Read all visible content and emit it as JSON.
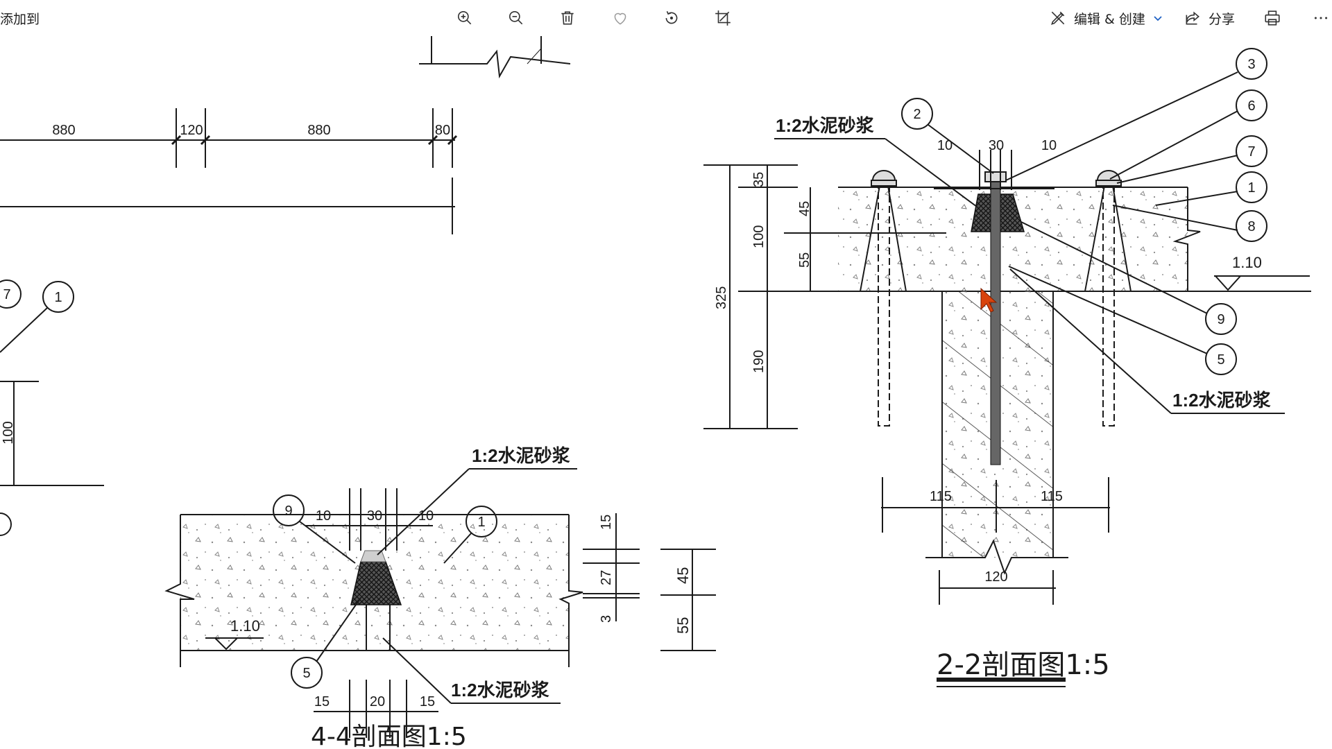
{
  "toolbar": {
    "add_to": "添加到",
    "edit_create": "编辑 & 创建",
    "share": "分享",
    "icons": {
      "zoom_in": "zoom-in-icon",
      "zoom_out": "zoom-out-icon",
      "delete": "trash-icon",
      "favorite": "heart-icon",
      "rotate": "rotate-icon",
      "crop": "crop-icon",
      "edit": "edit-create-icon",
      "share": "share-icon",
      "print": "printer-icon",
      "more": "more-icon"
    }
  },
  "drawing": {
    "top_dims": [
      "880",
      "120",
      "880",
      "80"
    ],
    "left_dim": "100",
    "callouts_left": [
      "7",
      "1"
    ],
    "section44": {
      "title": "4-4剖面图1:5",
      "mortar_label": "1:2水泥砂浆",
      "top_dims": [
        "10",
        "30",
        "10"
      ],
      "bottom_dims": [
        "15",
        "20",
        "15"
      ],
      "right_dims": [
        "15",
        "27",
        "3"
      ],
      "thick_dims": [
        "45",
        "55"
      ],
      "level": "1.10",
      "callouts": [
        "9",
        "1",
        "5"
      ]
    },
    "section22": {
      "title": "2-2剖面图1:5",
      "mortar_label": "1:2水泥砂浆",
      "top_dims": [
        "10",
        "30",
        "10"
      ],
      "left_dims": [
        "35",
        "45",
        "100",
        "55",
        "325",
        "190"
      ],
      "base_dims": [
        "115",
        "115",
        "120"
      ],
      "level": "1.10",
      "callouts": [
        "2",
        "3",
        "6",
        "7",
        "1",
        "8",
        "9",
        "5"
      ]
    }
  },
  "colors": {
    "line": "#1a1a1a",
    "cursor": "#d9430c",
    "accent": "#2062c4"
  }
}
